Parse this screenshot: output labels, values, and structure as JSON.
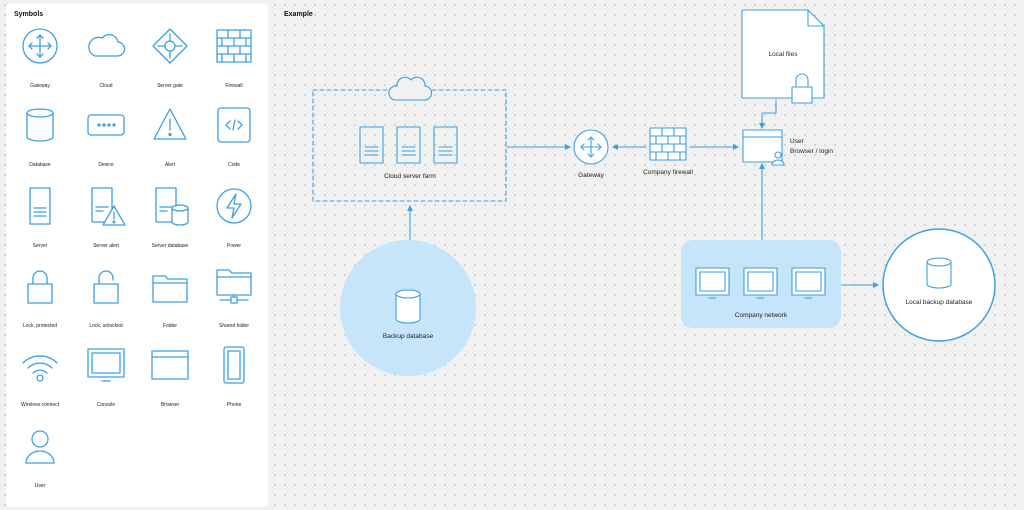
{
  "symbols": {
    "title": "Symbols",
    "items": [
      {
        "label": "Gateway",
        "icon": "gateway-icon"
      },
      {
        "label": "Cloud",
        "icon": "cloud-icon"
      },
      {
        "label": "Server gate",
        "icon": "server-gate-icon"
      },
      {
        "label": "Firewall",
        "icon": "firewall-icon"
      },
      {
        "label": "Database",
        "icon": "database-icon"
      },
      {
        "label": "Device",
        "icon": "device-icon"
      },
      {
        "label": "Alert",
        "icon": "alert-icon"
      },
      {
        "label": "Code",
        "icon": "code-icon"
      },
      {
        "label": "Server",
        "icon": "server-icon"
      },
      {
        "label": "Server alert",
        "icon": "server-alert-icon"
      },
      {
        "label": "Server database",
        "icon": "server-database-icon"
      },
      {
        "label": "Power",
        "icon": "power-icon"
      },
      {
        "label": "Lock, protected",
        "icon": "lock-protected-icon"
      },
      {
        "label": "Lock, unlocked",
        "icon": "lock-unlocked-icon"
      },
      {
        "label": "Folder",
        "icon": "folder-icon"
      },
      {
        "label": "Shared folder",
        "icon": "shared-folder-icon"
      },
      {
        "label": "Wireless connect",
        "icon": "wireless-icon"
      },
      {
        "label": "Console",
        "icon": "console-icon"
      },
      {
        "label": "Browser",
        "icon": "browser-icon"
      },
      {
        "label": "Phone",
        "icon": "phone-icon"
      },
      {
        "label": "User",
        "icon": "user-icon"
      }
    ]
  },
  "example": {
    "title": "Example",
    "cloud_server_farm": "Cloud server farm",
    "backup_database": "Backup database",
    "gateway": "Gateway",
    "company_firewall": "Company firewall",
    "local_files": "Local files",
    "user_line1": "User",
    "user_line2": "Browser / login",
    "company_network": "Company network",
    "local_backup_database": "Local backup database"
  },
  "colors": {
    "stroke": "#3e9fe1",
    "fill_light": "#c6e5fb",
    "background": "#f1f1f1",
    "panel": "#ffffff"
  }
}
